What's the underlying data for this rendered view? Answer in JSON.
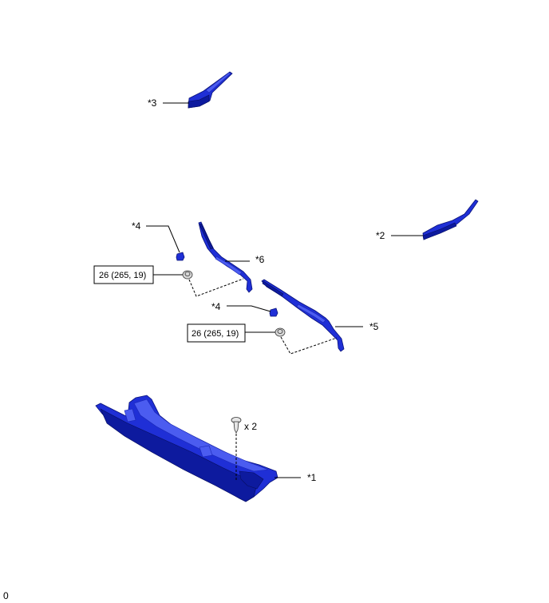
{
  "callouts": {
    "c1": "*1",
    "c2": "*2",
    "c3": "*3",
    "c4a": "*4",
    "c4b": "*4",
    "c5": "*5",
    "c6": "*6"
  },
  "torque": {
    "upper": "26 (265, 19)",
    "lower": "26 (265, 19)"
  },
  "clip_qty": "x 2",
  "corner_mark": "0",
  "colors": {
    "part_blue": "#1f2fd6",
    "outline": "#000000"
  }
}
